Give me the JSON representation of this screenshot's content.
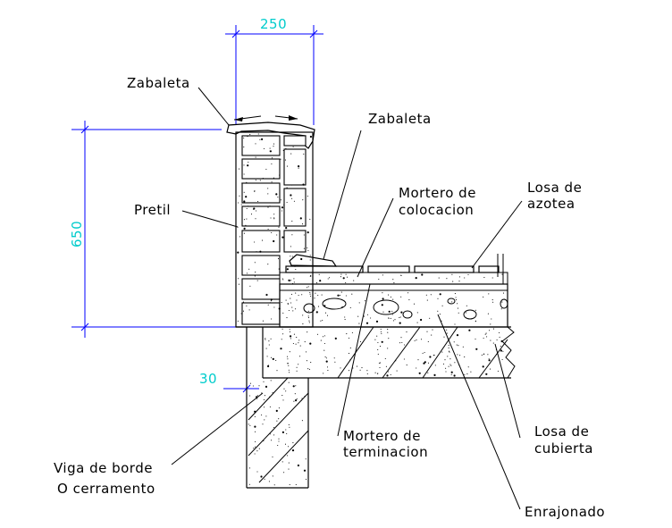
{
  "colors": {
    "dimension_line": "#0000ff",
    "dimension_text": "#00cccc",
    "drawing": "#000000",
    "background": "#ffffff"
  },
  "dimensions": {
    "top_width": "250",
    "wall_height": "650",
    "offset": "30"
  },
  "labels": {
    "zabaleta_left": "Zabaleta",
    "zabaleta_right": "Zabaleta",
    "pretil": "Pretil",
    "mortero_colocacion_1": "Mortero de",
    "mortero_colocacion_2": "colocacion",
    "losa_azotea_1": "Losa de",
    "losa_azotea_2": "azotea",
    "viga_1": "Viga de borde",
    "viga_2": "O cerramento",
    "mortero_terminacion_1": "Mortero de",
    "mortero_terminacion_2": "terminacion",
    "losa_cubierta_1": "Losa de",
    "losa_cubierta_2": "cubierta",
    "enrajonado": "Enrajonado"
  }
}
